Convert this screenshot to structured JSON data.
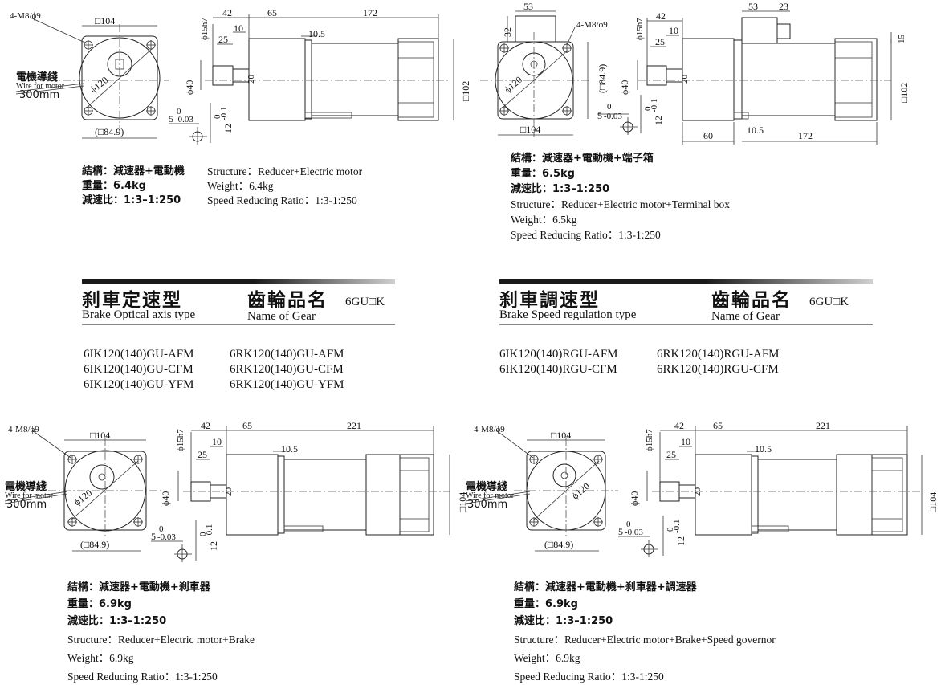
{
  "colors": {
    "body_fill": "#dde6ef",
    "line": "#222222",
    "header_bar_dark": "#1a1a1a",
    "header_bar_light": "#cfcfcf"
  },
  "drawings": [
    {
      "id": "tl",
      "dims": {
        "bolt": "4-M8/ϕ9",
        "sq_top": "□104",
        "wire_zh": "電機導綫",
        "wire_en": "Wire for motor",
        "wire_len": "300mm",
        "pcd": "ϕ120",
        "sq_bottom": "(□84.9)",
        "shaft_dia": "ϕ15h7",
        "flange_dia": "ϕ40",
        "d42": "42",
        "d25": "25",
        "d10": "10",
        "d20": "20",
        "d65": "65",
        "d105": "10.5",
        "dlen": "172",
        "height": "□102",
        "key_a": "5",
        "key_b": "0",
        "key_c": "-0.03",
        "key_d": "12",
        "key_e": "0",
        "key_f": "-0.1"
      }
    },
    {
      "id": "tr",
      "dims": {
        "bolt": "4-M8/ϕ9",
        "d53a": "53",
        "d32": "32",
        "pcd": "ϕ120",
        "sq_side": "(□84.9)",
        "sq_bottom": "□104",
        "shaft_dia": "ϕ15h7",
        "flange_dia": "ϕ40",
        "d42": "42",
        "d25": "25",
        "d10": "10",
        "d20": "20",
        "d53b": "53",
        "d23": "23",
        "d15": "15",
        "height": "□102",
        "d60": "60",
        "d105": "10.5",
        "dlen": "172",
        "key_a": "5",
        "key_b": "0",
        "key_c": "-0.03",
        "key_d": "12",
        "key_e": "0",
        "key_f": "-0.1"
      }
    },
    {
      "id": "bl",
      "dims": {
        "bolt": "4-M8/ϕ9",
        "sq_top": "□104",
        "wire_zh": "電機導綫",
        "wire_en": "Wire for motor",
        "wire_len": "300mm",
        "pcd": "ϕ120",
        "sq_bottom": "(□84.9)",
        "shaft_dia": "ϕ15h7",
        "flange_dia": "ϕ40",
        "d42": "42",
        "d25": "25",
        "d10": "10",
        "d20": "20",
        "d65": "65",
        "d105": "10.5",
        "dlen": "221",
        "height": "□104",
        "key_a": "5",
        "key_b": "0",
        "key_c": "-0.03",
        "key_d": "12",
        "key_e": "0",
        "key_f": "-0.1"
      }
    },
    {
      "id": "br",
      "dims": {
        "bolt": "4-M8/ϕ9",
        "sq_top": "□104",
        "wire_zh": "電機導綫",
        "wire_en": "Wire for motor",
        "wire_len": "300mm",
        "pcd": "ϕ120",
        "sq_bottom": "(□84.9)",
        "shaft_dia": "ϕ15h7",
        "flange_dia": "ϕ40",
        "d42": "42",
        "d25": "25",
        "d10": "10",
        "d20": "20",
        "d65": "65",
        "d105": "10.5",
        "dlen": "221",
        "height": "□104",
        "key_a": "5",
        "key_b": "0",
        "key_c": "-0.03",
        "key_d": "12",
        "key_e": "0",
        "key_f": "-0.1"
      }
    }
  ],
  "specs": {
    "tl": {
      "zh_structure": "結構：減速器+電動機",
      "zh_weight": "重量：6.4kg",
      "zh_ratio": "減速比：1:3–1:250",
      "en_structure": "Structure：Reducer+Electric motor",
      "en_weight": "Weight：6.4kg",
      "en_ratio": "Speed Reducing Ratio：1:3-1:250"
    },
    "tr": {
      "zh_structure": "結構：減速器+電動機+端子箱",
      "zh_weight": "重量：6.5kg",
      "zh_ratio": "減速比：1:3–1:250",
      "en_structure": "Structure：Reducer+Electric motor+Terminal box",
      "en_weight": "Weight：6.5kg",
      "en_ratio": "Speed Reducing Ratio：1:3-1:250"
    },
    "bl": {
      "zh_structure": "結構：減速器+電動機+刹車器",
      "zh_weight": "重量：6.9kg",
      "zh_ratio": "減速比：1:3–1:250",
      "en_structure": "Structure：Reducer+Electric motor+Brake",
      "en_weight": "Weight：6.9kg",
      "en_ratio": "Speed Reducing Ratio：1:3-1:250"
    },
    "br": {
      "zh_structure": "結構：減速器+電動機+刹車器+調速器",
      "zh_weight": "重量：6.9kg",
      "zh_ratio": "減速比：1:3–1:250",
      "en_structure": "Structure：Reducer+Electric motor+Brake+Speed governor",
      "en_weight": "Weight：6.9kg",
      "en_ratio": "Speed Reducing Ratio：1:3-1:250"
    }
  },
  "sections": {
    "left": {
      "title_zh": "刹車定速型",
      "title_en": "Brake Optical axis type",
      "gear_zh": "齒輪品名",
      "gear_en": "Name of Gear",
      "gear_code": "6GU□K",
      "models_col1": [
        "6IK120(140)GU-AFM",
        "6IK120(140)GU-CFM",
        "6IK120(140)GU-YFM"
      ],
      "models_col2": [
        "6RK120(140)GU-AFM",
        "6RK120(140)GU-CFM",
        "6RK120(140)GU-YFM"
      ]
    },
    "right": {
      "title_zh": "刹車調速型",
      "title_en": "Brake Speed regulation type",
      "gear_zh": "齒輪品名",
      "gear_en": "Name of Gear",
      "gear_code": "6GU□K",
      "models_col1": [
        "6IK120(140)RGU-AFM",
        "6IK120(140)RGU-CFM"
      ],
      "models_col2": [
        "6RK120(140)RGU-AFM",
        "6RK120(140)RGU-CFM"
      ]
    }
  }
}
